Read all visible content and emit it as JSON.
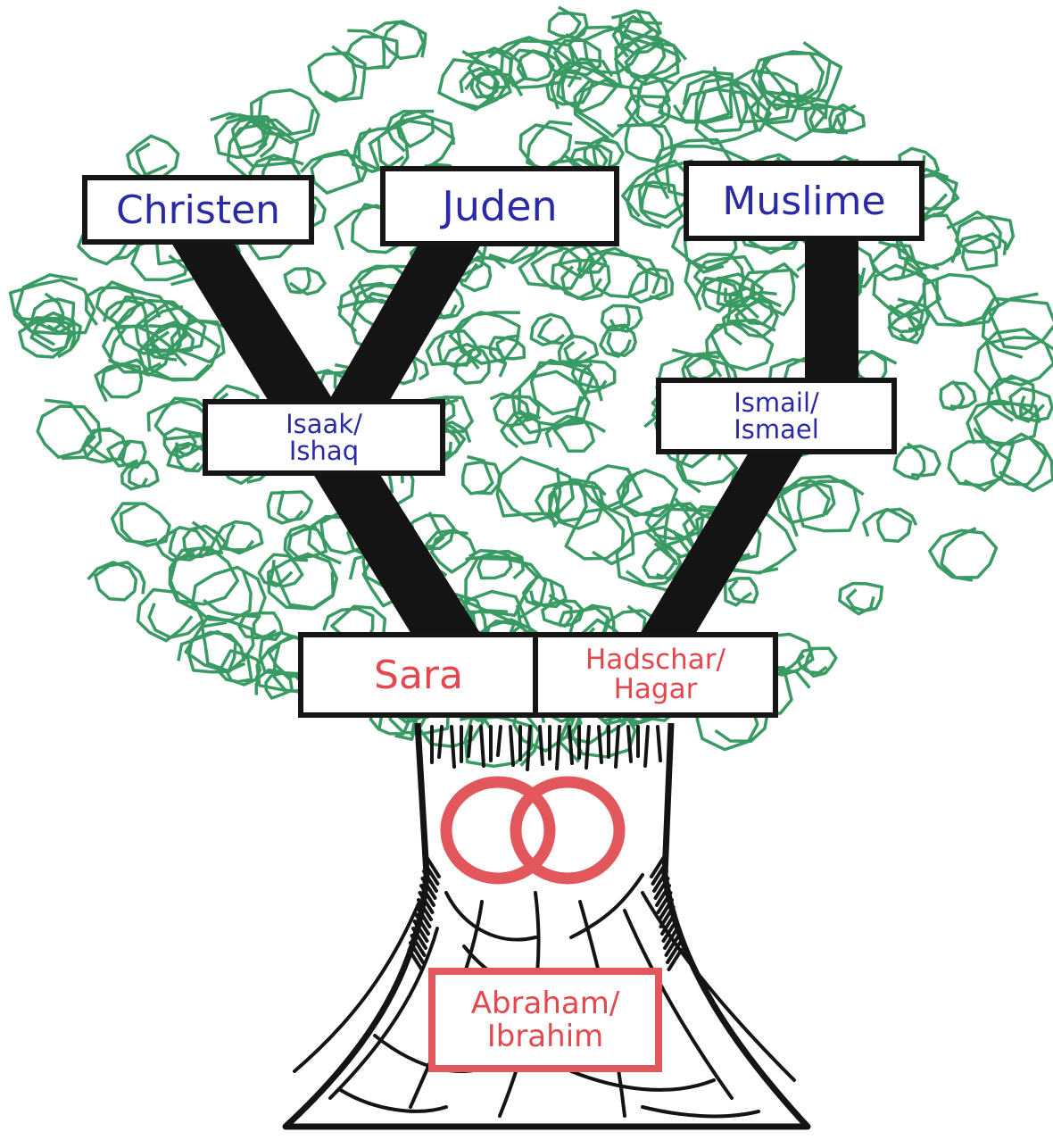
{
  "colors": {
    "crown": "#3a9a64",
    "trunk": "#141414",
    "tribe_text": "#2a2aa6",
    "parent_text": "#e4474c",
    "rings": "#e2575c"
  },
  "icons": {
    "rings": "wedding-rings-icon"
  },
  "tree": {
    "tribes": {
      "christen": "Christen",
      "juden": "Juden",
      "muslime": "Muslime"
    },
    "sons": {
      "isaak": "Isaak/\nIshaq",
      "ismail": "Ismail/\nIsmael"
    },
    "mothers": {
      "sara": "Sara",
      "hadschar": "Hadschar/\nHagar"
    },
    "father": "Abraham/\nIbrahim"
  }
}
